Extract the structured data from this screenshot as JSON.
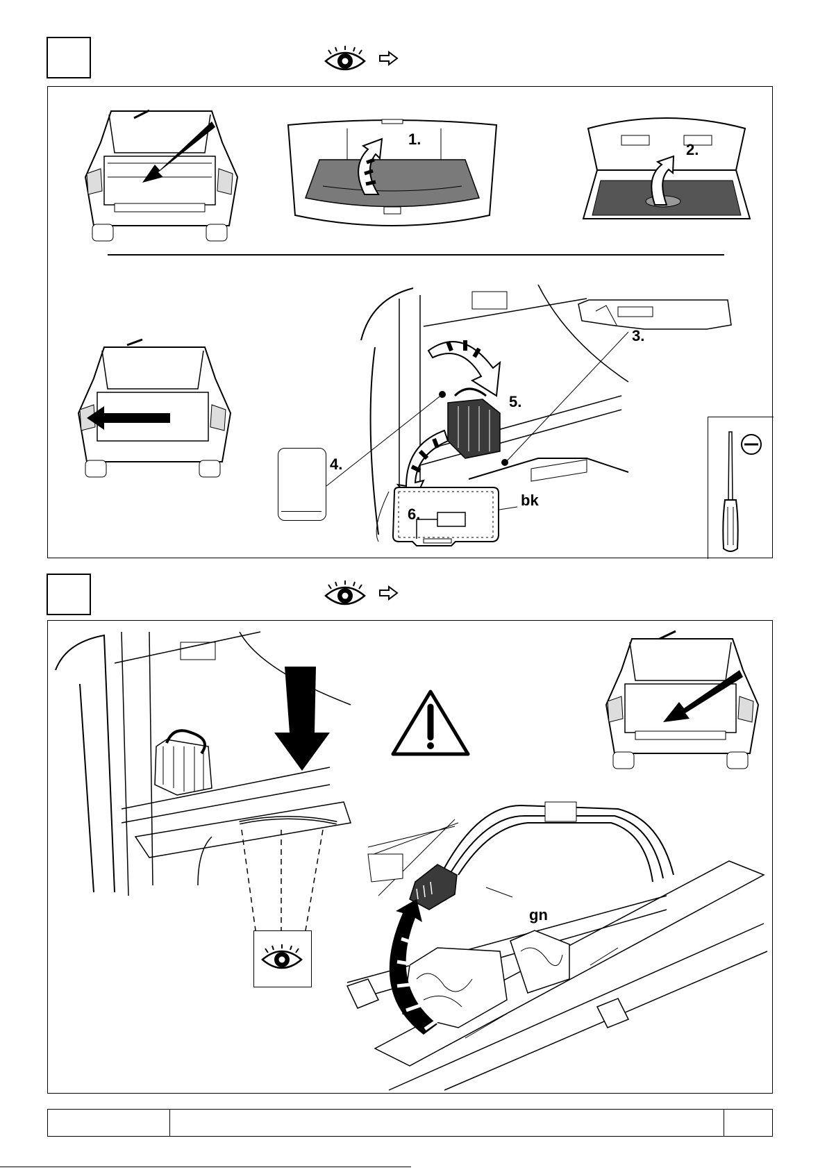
{
  "step1": {
    "labels": {
      "l1": "1.",
      "l2": "2.",
      "l3": "3.",
      "l4": "4.",
      "l5": "5.",
      "l6": "6.",
      "bk": "bk"
    }
  },
  "step2": {
    "labels": {
      "gn": "gn"
    }
  },
  "icons": {
    "eye": "eye-icon",
    "arrow": "hollow-arrow-right-icon",
    "warning": "warning-triangle-icon",
    "screwdriver": "flat-screwdriver-icon"
  },
  "colors": {
    "line": "#000000",
    "floor_gray": "#7a7a7a",
    "connector_dark": "#3a3a3a"
  }
}
